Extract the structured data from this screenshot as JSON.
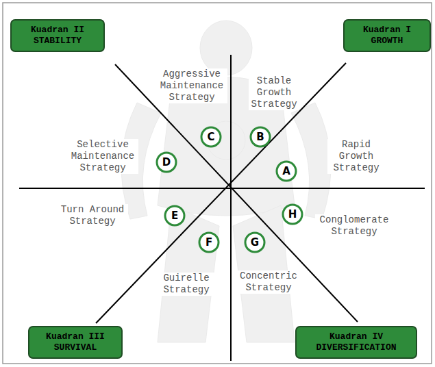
{
  "diagram": {
    "nodes": [
      {
        "text": [
          "Kuadran II STABILITY"
        ]
      },
      {
        "text": [
          "Kuadran I GROWTH"
        ]
      },
      {
        "text": [
          "C"
        ]
      },
      {
        "text": [
          "B"
        ]
      },
      {
        "text": [
          "D"
        ]
      },
      {
        "text": [
          "A"
        ]
      },
      {
        "text": [
          "E"
        ]
      },
      {
        "text": [
          "H"
        ]
      },
      {
        "text": [
          "F"
        ]
      },
      {
        "text": [
          "G"
        ]
      },
      {
        "text": [
          "Kuadran III SURVIVAL"
        ]
      },
      {
        "text": [
          "Kuadran IV DIVERSIFICATION"
        ]
      }
    ],
    "labels": [
      "Aggressive Maintenance Strategy",
      "Stable Growth Strategy",
      "Selective Maintenance Strategy",
      "Rapid Growth Strategy",
      "Turn Around Strategy",
      "Conglomerate Strategy",
      "Guirelle Strategy",
      "Concentric Strategy"
    ]
  }
}
